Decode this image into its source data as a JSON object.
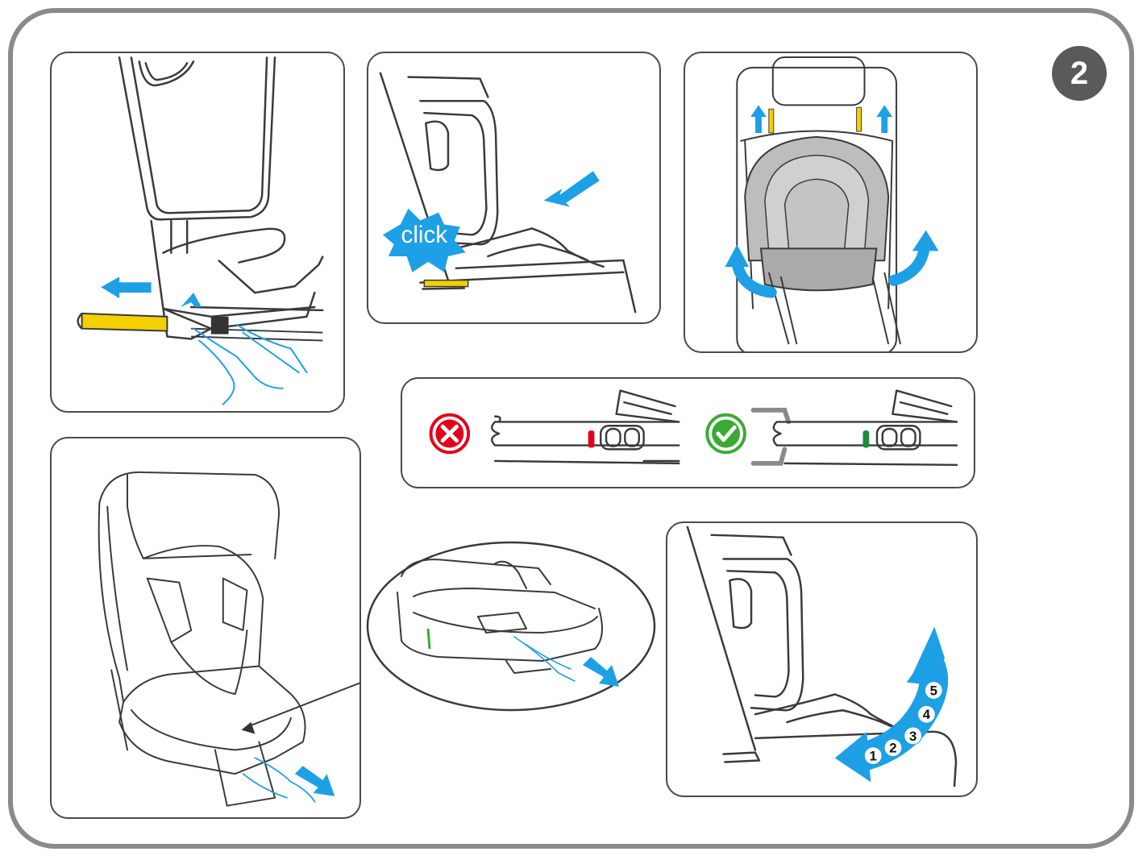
{
  "step": {
    "number": "2"
  },
  "panels": {
    "slide_in": {
      "click_label": "click"
    },
    "recline": {
      "positions": [
        "1",
        "2",
        "3",
        "4",
        "5"
      ]
    }
  },
  "indicator": {
    "wrong": {
      "icon": "cross-icon",
      "color": "#e2001a",
      "indicator_color": "#e2001a"
    },
    "correct": {
      "icon": "check-icon",
      "color": "#3aaa35",
      "indicator_color": "#1f8a3c"
    }
  },
  "colors": {
    "arrow": "#1ea0e6",
    "connector": "#f5d000",
    "line": "#3a3a3a"
  }
}
